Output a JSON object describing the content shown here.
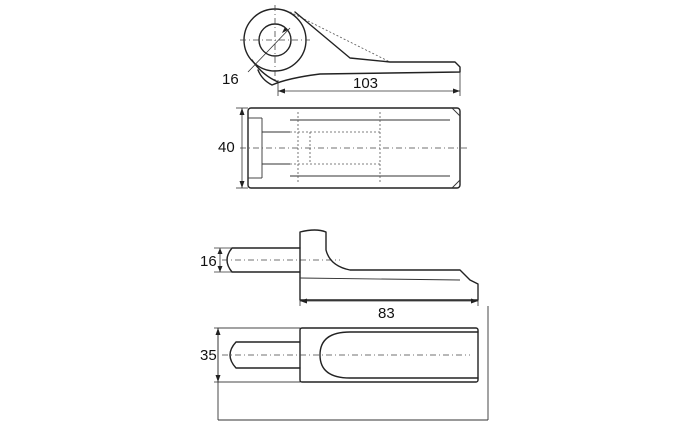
{
  "labels": {
    "view1_hole_diameter": "16",
    "view1_length": "103",
    "view2_width": "40",
    "view3_thickness": "16",
    "view3_length": "83",
    "view4_width": "35"
  }
}
